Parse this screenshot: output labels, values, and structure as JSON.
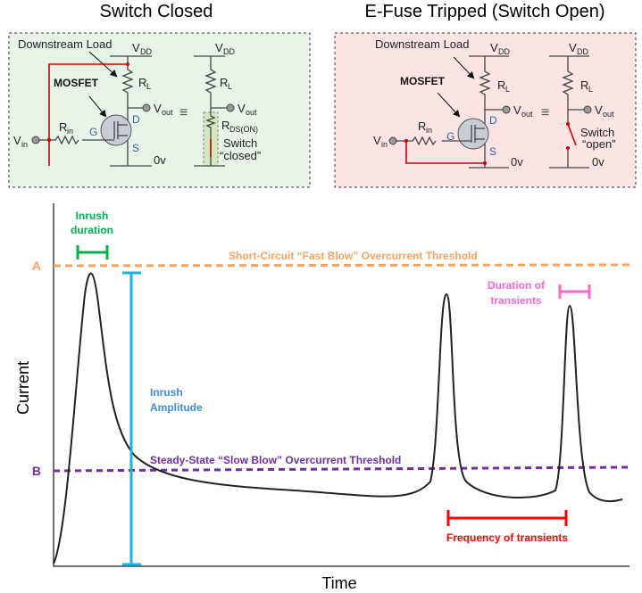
{
  "titles": {
    "left": "Switch Closed",
    "right": "E-Fuse Tripped (Switch Open)"
  },
  "circuit": {
    "downstream_load": "Downstream Load",
    "mosfet": "MOSFET",
    "vdd": "V",
    "vdd_sub": "DD",
    "rl": "R",
    "rl_sub": "L",
    "vout": "V",
    "vout_sub": "out",
    "rin": "R",
    "rin_sub": "in",
    "vin": "V",
    "vin_sub": "in",
    "gate": "G",
    "drain": "D",
    "source": "S",
    "ground": "0v",
    "equiv": "≡",
    "rds": "R",
    "rds_sub": "DS(ON)",
    "switch": "Switch",
    "closed": "“closed”",
    "open": "“open”"
  },
  "graph": {
    "ylabel": "Current",
    "xlabel": "Time",
    "level_a": "A",
    "level_b": "B",
    "fast_blow": "Short-Circuit “Fast Blow” Overcurrent Threshold",
    "slow_blow": "Steady-State “Slow Blow” Overcurrent Threshold",
    "inrush_duration": [
      "Inrush",
      "duration"
    ],
    "inrush_amplitude": [
      "Inrush",
      "Amplitude"
    ],
    "duration_transients": [
      "Duration of",
      "transients"
    ],
    "frequency_transients": "Frequency of transients"
  },
  "colors": {
    "green_panel": "#e8f4e8",
    "pink_panel": "#fde4e4",
    "orange": "#f4a460",
    "purple": "#7030a0",
    "cyan": "#1ab0e8",
    "green": "#00b050",
    "pink": "#ff66cc",
    "red": "#ff0000"
  }
}
